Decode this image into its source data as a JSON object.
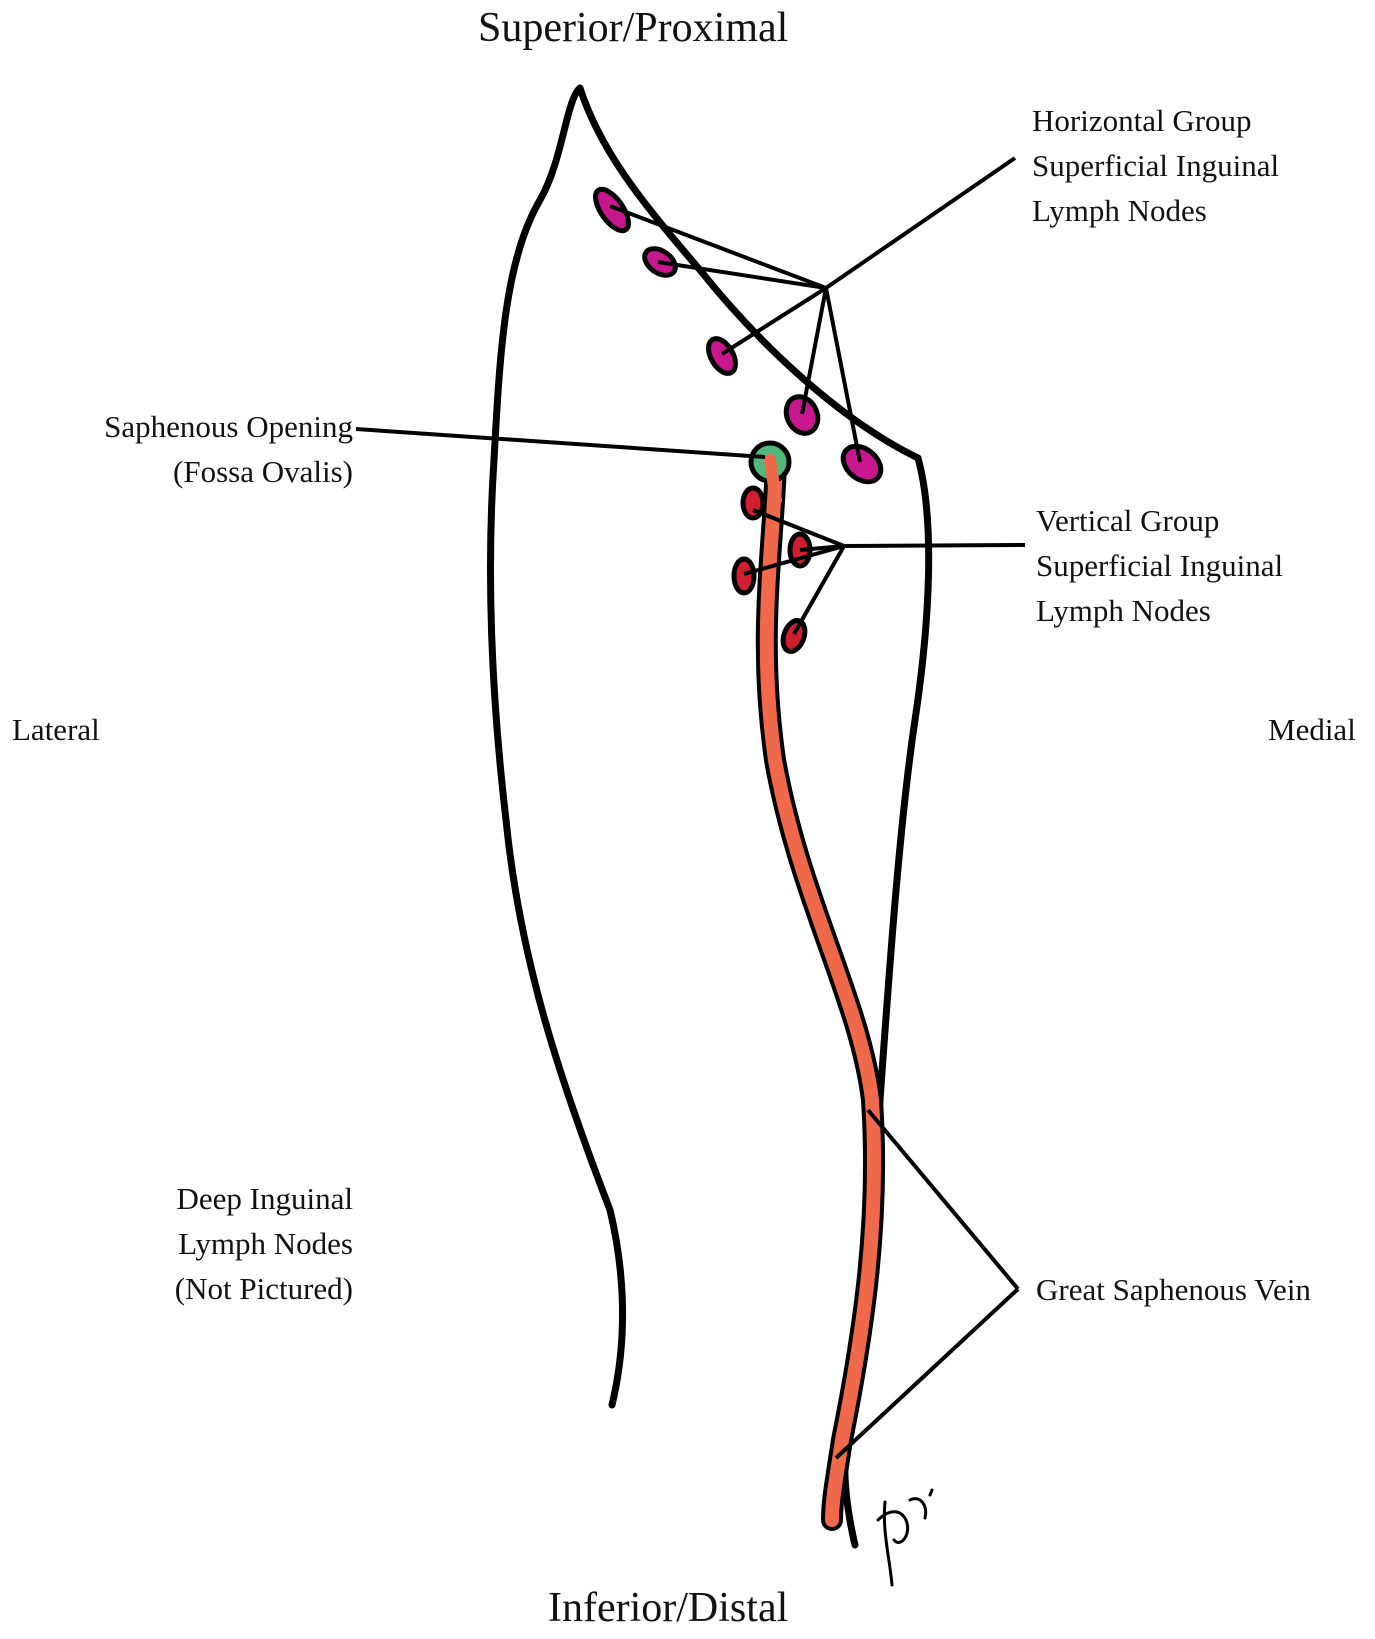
{
  "orientation": {
    "superior": "Superior/Proximal",
    "inferior": "Inferior/Distal",
    "lateral": "Lateral",
    "medial": "Medial"
  },
  "labels": {
    "horizontal_group": [
      "Horizontal Group",
      "Superficial Inguinal",
      "Lymph Nodes"
    ],
    "saphenous_opening": [
      "Saphenous Opening",
      "(Fossa Ovalis)"
    ],
    "vertical_group": [
      "Vertical Group",
      "Superficial Inguinal",
      "Lymph Nodes"
    ],
    "deep_nodes": [
      "Deep Inguinal",
      "Lymph Nodes",
      "(Not Pictured)"
    ],
    "great_saphenous_vein": "Great Saphenous Vein"
  },
  "colors": {
    "outline": "#000000",
    "horizontal_nodes": "#c8168f",
    "vertical_nodes": "#d11f2f",
    "vein": "#f0694a",
    "saphenous_opening": "#4fb87a"
  }
}
